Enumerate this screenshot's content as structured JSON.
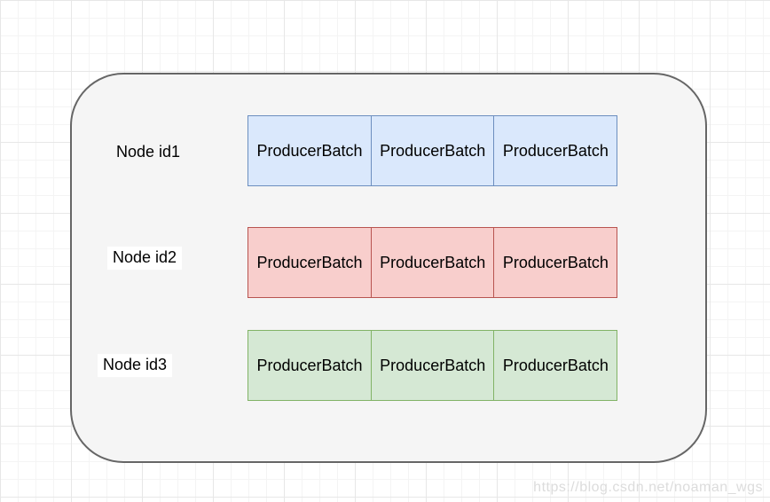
{
  "diagram": {
    "container": {
      "fill": "#f5f5f5",
      "stroke": "#666666"
    },
    "rows": [
      {
        "label": "Node id1",
        "label_background": "transparent",
        "fill": "#dae8fc",
        "stroke": "#6c8ebf",
        "cells": [
          "ProducerBatch",
          "ProducerBatch",
          "ProducerBatch"
        ]
      },
      {
        "label": "Node id2",
        "label_background": "#ffffff",
        "fill": "#f8cecc",
        "stroke": "#b85450",
        "cells": [
          "ProducerBatch",
          "ProducerBatch",
          "ProducerBatch"
        ]
      },
      {
        "label": "Node id3",
        "label_background": "#ffffff",
        "fill": "#d5e8d4",
        "stroke": "#82b366",
        "cells": [
          "ProducerBatch",
          "ProducerBatch",
          "ProducerBatch"
        ]
      }
    ],
    "watermark": "https://blog.csdn.net/noaman_wgs"
  }
}
